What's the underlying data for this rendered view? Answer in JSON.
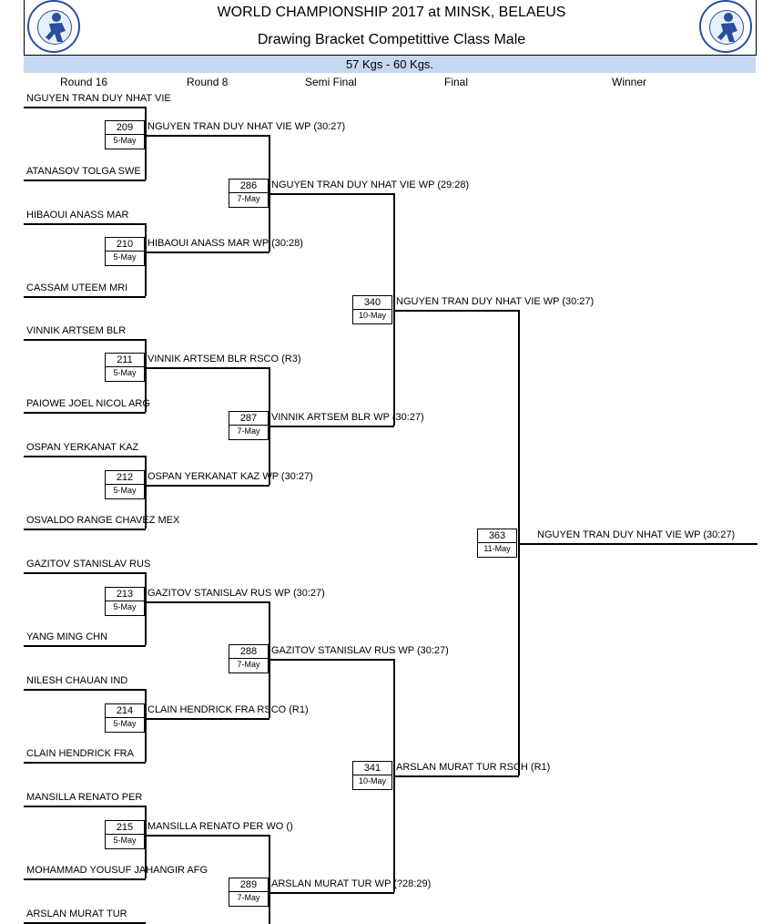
{
  "header": {
    "title": "WORLD CHAMPIONSHIP 2017 at MINSK, BELAEUS",
    "subtitle": "Drawing Bracket Competittive Class Male",
    "weight_class": "57 Kgs - 60 Kgs."
  },
  "round_headers": [
    "Round 16",
    "Round 8",
    "Semi Final",
    "Final",
    "Winner"
  ],
  "round16": [
    {
      "name": "NGUYEN TRAN DUY NHAT VIE"
    },
    {
      "name": "ATANASOV TOLGA SWE"
    },
    {
      "name": "HIBAOUI ANASS MAR"
    },
    {
      "name": "CASSAM UTEEM MRI"
    },
    {
      "name": "VINNIK ARTSEM BLR"
    },
    {
      "name": "PAIOWE JOEL NICOL ARG"
    },
    {
      "name": "OSPAN YERKANAT KAZ"
    },
    {
      "name": "OSVALDO RANGE CHAVEZ MEX"
    },
    {
      "name": "GAZITOV STANISLAV RUS"
    },
    {
      "name": "YANG MING CHN"
    },
    {
      "name": "NILESH CHAUAN IND"
    },
    {
      "name": "CLAIN HENDRICK FRA"
    },
    {
      "name": "MANSILLA RENATO PER"
    },
    {
      "name": "MOHAMMAD YOUSUF JAHANGIR AFG"
    },
    {
      "name": "ARSLAN MURAT TUR"
    }
  ],
  "round16_matches": [
    {
      "number": "209",
      "date": "5-May",
      "result": "NGUYEN TRAN DUY NHAT VIE WP (30:27)"
    },
    {
      "number": "210",
      "date": "5-May",
      "result": "HIBAOUI ANASS MAR WP (30:28)"
    },
    {
      "number": "211",
      "date": "5-May",
      "result": "VINNIK ARTSEM BLR RSCO (R3)"
    },
    {
      "number": "212",
      "date": "5-May",
      "result": "OSPAN YERKANAT KAZ WP (30:27)"
    },
    {
      "number": "213",
      "date": "5-May",
      "result": "GAZITOV STANISLAV RUS WP (30:27)"
    },
    {
      "number": "214",
      "date": "5-May",
      "result": "CLAIN HENDRICK FRA RSCO (R1)"
    },
    {
      "number": "215",
      "date": "5-May",
      "result": "MANSILLA RENATO PER WO ()"
    }
  ],
  "round8_matches": [
    {
      "number": "286",
      "date": "7-May",
      "result": "NGUYEN TRAN DUY NHAT VIE WP (29:28)"
    },
    {
      "number": "287",
      "date": "7-May",
      "result": "VINNIK ARTSEM BLR WP (30:27)"
    },
    {
      "number": "288",
      "date": "7-May",
      "result": "GAZITOV STANISLAV RUS WP (30:27)"
    },
    {
      "number": "289",
      "date": "7-May",
      "result": "ARSLAN MURAT TUR WP (?28:29)"
    }
  ],
  "semi_matches": [
    {
      "number": "340",
      "date": "10-May",
      "result": "NGUYEN TRAN DUY NHAT VIE WP (30:27)"
    },
    {
      "number": "341",
      "date": "10-May",
      "result": "ARSLAN MURAT TUR RSCH (R1)"
    }
  ],
  "final_match": {
    "number": "363",
    "date": "11-May",
    "result": "NGUYEN TRAN DUY NHAT VIE WP (30:27)"
  }
}
